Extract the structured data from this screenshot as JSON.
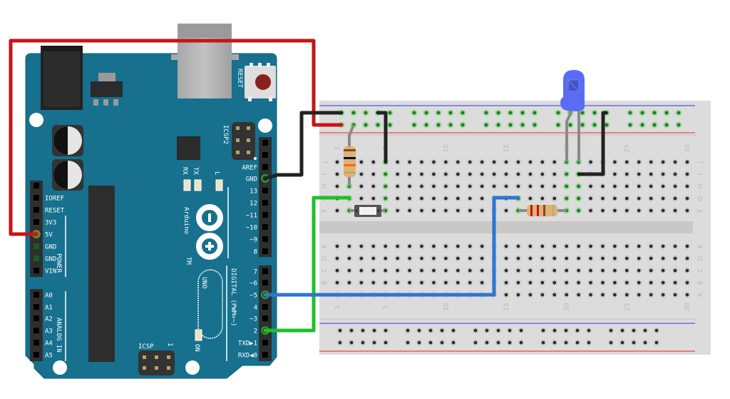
{
  "title": "Arduino Uno breadboard circuit: pushbutton with pull-down resistor and LED",
  "arduino": {
    "model_label": "UNO",
    "brand_label": "Arduino",
    "trademark": "TM",
    "reset_label": "RESET",
    "icsp_label": "ICSP",
    "icsp_pin1_label": "1",
    "icsp2_label": "ICSP2",
    "on_label": "ON",
    "rx_label": "RX",
    "tx_label": "TX",
    "l_label": "L",
    "digital_section_label": "DIGITAL (PWM=~)",
    "power_section_label": "POWER",
    "analog_section_label": "ANALOG IN",
    "digital_pins": [
      "AREF",
      "GND",
      "13",
      "12",
      "~11",
      "~10",
      "~9",
      "8",
      "7",
      "~6",
      "~5",
      "4",
      "~3",
      "2",
      "TXD▶1",
      "RXD◀0"
    ],
    "power_pins": [
      "IOREF",
      "RESET",
      "3V3",
      "5V",
      "GND",
      "GND",
      "VIN"
    ],
    "analog_pins": [
      "A0",
      "A1",
      "A2",
      "A3",
      "A4",
      "A5"
    ]
  },
  "breadboard": {
    "columns": 30,
    "top_rows": [
      "J",
      "I",
      "H",
      "G",
      "F"
    ],
    "bottom_rows": [
      "E",
      "D",
      "C",
      "B",
      "A"
    ],
    "column_number_labels": [
      "1",
      "5",
      "10",
      "15",
      "20",
      "25",
      "30"
    ]
  },
  "components": [
    {
      "name": "pull-down-resistor",
      "type": "resistor",
      "from": "rail-top-positive col 2",
      "to": "H2",
      "bands": [
        "#8b4a1a",
        "#111111",
        "#ff6a00",
        "#c9a25a"
      ]
    },
    {
      "name": "pushbutton",
      "type": "pushbutton",
      "from": "F2",
      "to": "F5"
    },
    {
      "name": "led-resistor",
      "type": "resistor",
      "from": "F16",
      "to": "F20",
      "bands": [
        "#cc1111",
        "#cc1111",
        "#8b4a1a",
        "#c9a25a"
      ]
    },
    {
      "name": "blue-led",
      "type": "led",
      "color": "#5a6cf5",
      "anode": "J21",
      "cathode": "J20"
    }
  ],
  "wires": [
    {
      "name": "wire-5v",
      "color": "#c81414",
      "from": "Arduino 5V",
      "to": "top rail +"
    },
    {
      "name": "wire-gnd",
      "color": "#222222",
      "from": "Arduino GND",
      "to": "top rail -"
    },
    {
      "name": "wire-pin2",
      "color": "#1fbf2a",
      "from": "Arduino pin 2",
      "to": "G2"
    },
    {
      "name": "wire-pin5",
      "color": "#2f74d0",
      "from": "Arduino pin 5",
      "to": "G16"
    },
    {
      "name": "wire-button-gnd",
      "color": "#222222",
      "from": "J5",
      "to": "top rail -"
    },
    {
      "name": "wire-led-gnd",
      "color": "#222222",
      "from": "I21",
      "to": "top rail -"
    }
  ],
  "colors": {
    "board": "#16708e",
    "board_edge": "#0f5f79",
    "header": "#2e2e2e",
    "breadboard": "#dcdcdc",
    "rail_blue": "#3333ee",
    "rail_red": "#ee2222",
    "hole": "#333333",
    "hole_active": "#7ce07c"
  }
}
